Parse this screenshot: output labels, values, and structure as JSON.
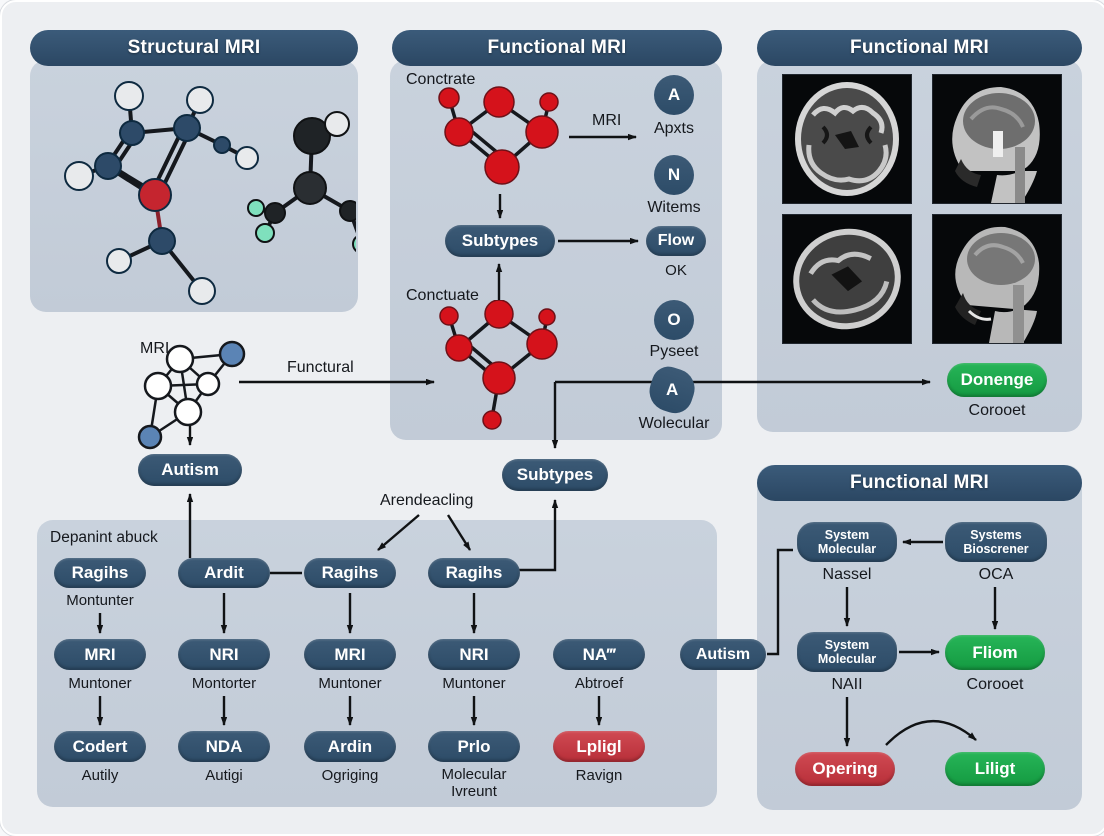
{
  "colors": {
    "header_bg": "#2e4a66",
    "node_bg": "#31506c",
    "green": "#1ea44d",
    "red": "#c13a43",
    "panel_bg": "#c5ced9"
  },
  "panel_structural": {
    "title": "Structural MRI"
  },
  "panel_fmri_top": {
    "title": "Functional MRI",
    "label_molecule_top": "Conctrate",
    "label_molecule_bottom": "Conctuate",
    "arrow_mri": "MRI",
    "node_a": {
      "letter": "A",
      "caption": "Apxts"
    },
    "node_n": {
      "letter": "N",
      "caption": "Witems"
    },
    "subtypes": "Subtypes",
    "flow": "Flow",
    "ok": "OK",
    "node_o": {
      "letter": "O",
      "caption": "Pyseet"
    },
    "node_a2": {
      "letter": "A",
      "caption": "Wolecular"
    }
  },
  "panel_fmri_right": {
    "title": "Functional MRI",
    "button": "Donenge",
    "caption": "Corooet"
  },
  "mid": {
    "mri_label": "MRI",
    "functural": "Functural",
    "autism": "Autism",
    "subtypes": "Subtypes",
    "arendeacling": "Arendeacling"
  },
  "panel_bottom_left": {
    "title": "Depanint abuck",
    "autism": "Autism",
    "columns": [
      {
        "top": "Ragihs",
        "top_caption": "Montunter",
        "mid": "MRI",
        "mid_caption": "Muntoner",
        "bottom": "Codert",
        "bottom_caption": "Autily"
      },
      {
        "top": "Ardit",
        "mid": "NRI",
        "mid_caption": "Montorter",
        "bottom": "NDA",
        "bottom_caption": "Autigi"
      },
      {
        "top": "Ragihs",
        "mid": "MRI",
        "mid_caption": "Muntoner",
        "bottom": "Ardin",
        "bottom_caption": "Ogriging"
      },
      {
        "top": "Ragihs",
        "mid": "NRI",
        "mid_caption": "Muntoner",
        "bottom": "Prlo",
        "bottom_caption": "Molecular Ivreunt"
      },
      {
        "mid": "NA‴",
        "mid_caption": "Abtroef",
        "bottom": "Lpligl",
        "bottom_caption": "Ravign"
      }
    ]
  },
  "panel_fmri_bottom_right": {
    "title": "Functional MRI",
    "sys_mol_top": "System Molecular",
    "sys_mol_top_caption": "Nassel",
    "sys_bio": "Systems Bioscrener",
    "sys_bio_caption": "OCA",
    "sys_mol_mid": "System Molecular",
    "sys_mol_mid_caption": "NAII",
    "fliom": "Fliom",
    "fliom_caption": "Corooet",
    "opering": "Opering",
    "liligt": "Liligt"
  }
}
